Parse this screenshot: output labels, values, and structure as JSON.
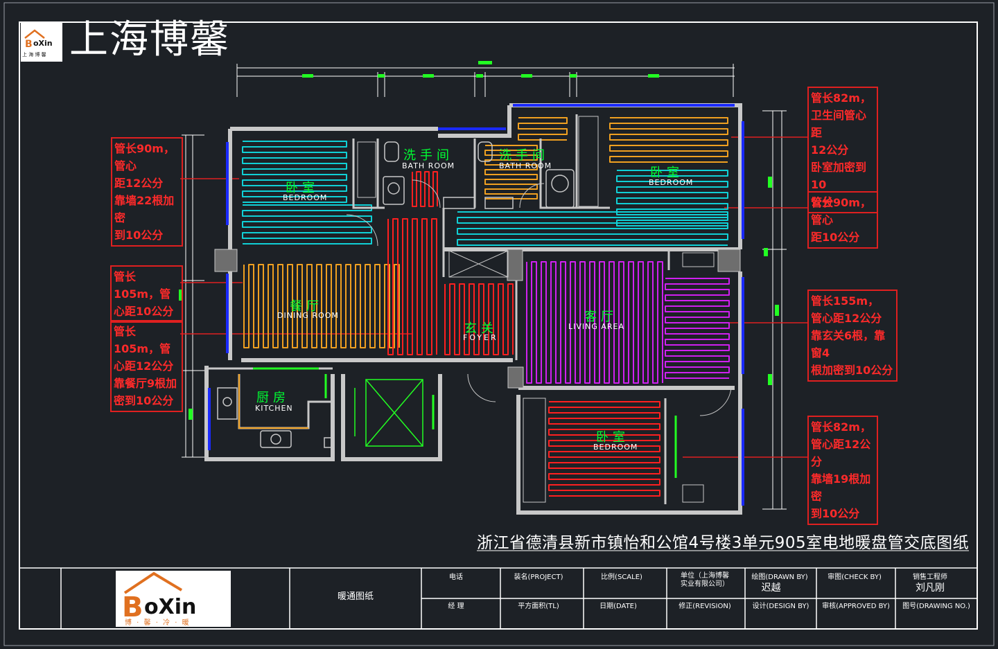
{
  "brand": {
    "name": "上海博馨",
    "logo_text": "上 海 博 馨",
    "logo_sub": "博 · 馨 · 冷 · 暖"
  },
  "colors": {
    "background": "#1d2126",
    "wall": "#c8c8c8",
    "frame": "#ffffff",
    "cyan_loop": "#10d0d6",
    "orange_loop": "#f0a020",
    "red_loop": "#ff2020",
    "magenta_loop": "#d020f0",
    "annotation": "#ff2020",
    "dimension": "#ffffff",
    "label_green": "#00ff33",
    "window_blue": "#1a2aff"
  },
  "rooms": {
    "bedroom_nw": {
      "cn": "卧室",
      "en": "BEDROOM"
    },
    "bath1": {
      "cn": "洗手间",
      "en": "BATH ROOM"
    },
    "bath2": {
      "cn": "洗手间",
      "en": "BATH ROOM"
    },
    "bedroom_ne": {
      "cn": "卧室",
      "en": "BEDROOM"
    },
    "dining": {
      "cn": "餐厅",
      "en": "DINING ROOM"
    },
    "foyer": {
      "cn": "玄关",
      "en": "FOYER"
    },
    "living": {
      "cn": "客厅",
      "en": "LIVING AREA"
    },
    "kitchen": {
      "cn": "厨房",
      "en": "KITCHEN"
    },
    "bedroom_se": {
      "cn": "卧室",
      "en": "BEDROOM"
    }
  },
  "notes": {
    "left_1": "管长90m，管心\n距12公分\n靠墙22根加密\n到10公分",
    "left_2": "管长105m，管\n心距10公分",
    "left_3": "管长105m，管\n心距12公分\n靠餐厅9根加\n密到10公分",
    "right_1": "管长82m，\n卫生间管心距\n12公分\n卧室加密到10\n公分",
    "right_2": "管长90m，管心\n距10公分",
    "right_3": "管长155m，\n管心距12公分\n靠玄关6根，靠窗4\n根加密到10公分",
    "right_4": "管长82m，\n管心距12公分\n靠墙19根加密\n到10公分"
  },
  "drawing_title": "浙江省德清县新市镇怡和公馆4号楼3单元905室电地暖盘管交底图纸",
  "title_block": {
    "drawing_name": "暖通图纸",
    "phone_label": "电话",
    "project_label": "装名(PROJECT)",
    "scale_label": "比例(SCALE)",
    "company_label": "单位（上海博馨\n实业有限公司）",
    "drawn_by_label": "绘图(DRAWN BY)",
    "drawn_by_value": "迟越",
    "check_by_label": "审图(CHECK BY)",
    "engineer_label": "销售工程师",
    "engineer_value": "刘凡刚",
    "manager_label": "经 理",
    "area_label": "平方面积(TL)",
    "date_label": "日期(DATE)",
    "revision_label": "修正(REVISION)",
    "design_by_label": "设计(DESIGN BY)",
    "approved_label": "审核(APPROVED BY)",
    "drawing_no_label": "图号(DRAWING NO.)"
  }
}
